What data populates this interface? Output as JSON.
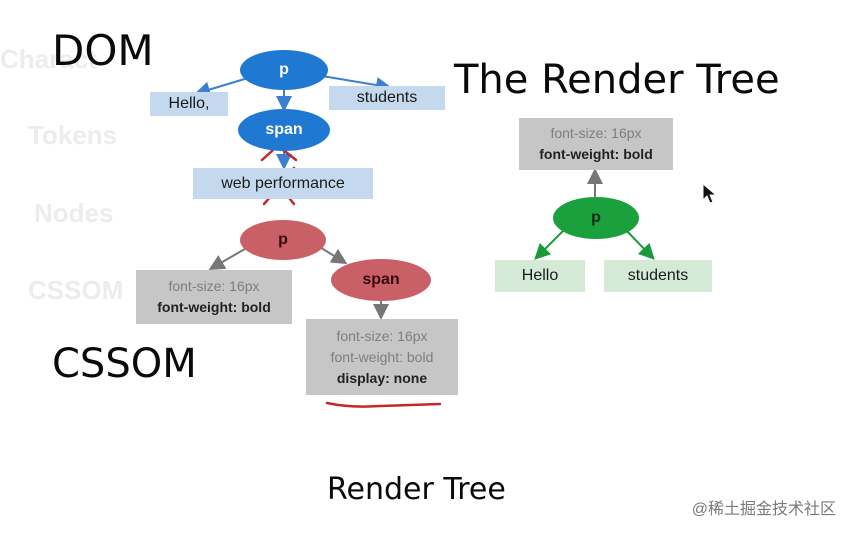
{
  "background_text": {
    "chars": "Charact",
    "tokens": "Tokens",
    "nodes": "Nodes",
    "cssom": "CSSOM"
  },
  "titles": {
    "dom": "DOM",
    "cssom": "CSSOM",
    "render_tree": "The Render Tree",
    "caption": "Render Tree"
  },
  "dom": {
    "p": "p",
    "hello": "Hello,",
    "students": "students",
    "span": "span",
    "web_performance": "web performance"
  },
  "cssom": {
    "p": "p",
    "span": "span",
    "p_styles": {
      "line1": "font-size: 16px",
      "line2": "font-weight: bold"
    },
    "span_styles": {
      "line1": "font-size: 16px",
      "line2": "font-weight: bold",
      "line3": "display: none"
    }
  },
  "render_tree": {
    "p": "p",
    "hello": "Hello",
    "students": "students",
    "styles": {
      "line1": "font-size: 16px",
      "line2": "font-weight: bold"
    }
  },
  "watermark": "@稀土掘金技术社区",
  "colors": {
    "dom_node": "#1f78d1",
    "dom_label": "#c4d9ee",
    "cssom_node": "#c96068",
    "render_node": "#1aa03c",
    "render_label": "#d4ead6",
    "style_box": "#c6c6c6",
    "strike": "#c62828"
  }
}
